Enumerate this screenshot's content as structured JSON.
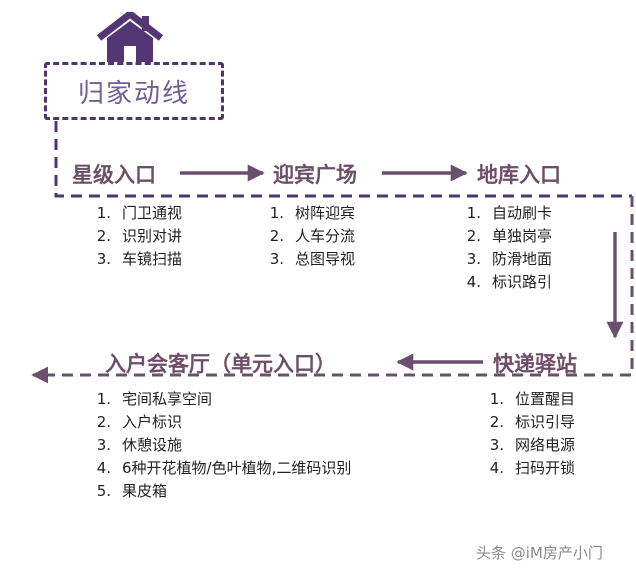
{
  "diagram": {
    "title": "归家动线",
    "icon": "house-icon",
    "colors": {
      "dark_purple": "#4f3470",
      "title_purple": "#6f5f93",
      "header_mauve": "#6d4e68",
      "arrow_purple": "#6b4f6e",
      "body_text": "#231f20",
      "watermark_gray": "#8a8a8a"
    },
    "row1": {
      "stages": [
        {
          "id": "entry",
          "header": "星级入口",
          "items": [
            {
              "num": "1.",
              "text": "门卫通视"
            },
            {
              "num": "2.",
              "text": "识别对讲"
            },
            {
              "num": "3.",
              "text": "车镜扫描"
            }
          ]
        },
        {
          "id": "plaza",
          "header": "迎宾广场",
          "items": [
            {
              "num": "1.",
              "text": "树阵迎宾"
            },
            {
              "num": "2.",
              "text": "人车分流"
            },
            {
              "num": "3.",
              "text": "总图导视"
            }
          ]
        },
        {
          "id": "garage",
          "header": "地库入口",
          "items": [
            {
              "num": "1.",
              "text": "自动刷卡"
            },
            {
              "num": "2.",
              "text": "单独岗亭"
            },
            {
              "num": "3.",
              "text": "防滑地面"
            },
            {
              "num": "4.",
              "text": "标识路引"
            }
          ]
        }
      ]
    },
    "row2": {
      "stages": [
        {
          "id": "lobby",
          "header": "入户会客厅（单元入口）",
          "items": [
            {
              "num": "1.",
              "text": "宅间私享空间"
            },
            {
              "num": "2.",
              "text": "入户标识"
            },
            {
              "num": "3.",
              "text": "休憩设施"
            },
            {
              "num": "4.",
              "text": "6种开花植物/色叶植物,二维码识别"
            },
            {
              "num": "5.",
              "text": "果皮箱"
            }
          ]
        },
        {
          "id": "express",
          "header": "快递驿站",
          "items": [
            {
              "num": "1.",
              "text": "位置醒目"
            },
            {
              "num": "2.",
              "text": "标识引导"
            },
            {
              "num": "3.",
              "text": "网络电源"
            },
            {
              "num": "4.",
              "text": "扫码开锁"
            }
          ]
        }
      ]
    },
    "connectors": [
      {
        "id": "entry-to-plaza",
        "type": "solid-arrow-right"
      },
      {
        "id": "plaza-to-garage",
        "type": "solid-arrow-right"
      },
      {
        "id": "garage-to-express",
        "type": "solid-arrow-down"
      },
      {
        "id": "express-to-lobby",
        "type": "solid-arrow-left"
      },
      {
        "id": "title-to-entry",
        "type": "dashed-path"
      },
      {
        "id": "flow-loop",
        "type": "dashed-arrow-left"
      }
    ]
  },
  "watermark": {
    "text": "头条 @iM房产小门"
  }
}
